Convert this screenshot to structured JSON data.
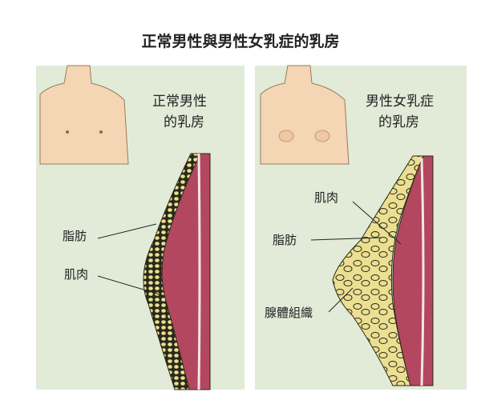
{
  "title": "正常男性與男性女乳症的乳房",
  "left_panel": {
    "caption_line1": "正常男性",
    "caption_line2": "的乳房",
    "labels": {
      "fat": "脂肪",
      "muscle": "肌肉"
    }
  },
  "right_panel": {
    "caption_line1": "男性女乳症",
    "caption_line2": "的乳房",
    "labels": {
      "muscle": "肌肉",
      "fat": "脂肪",
      "gland": "腺體組織"
    }
  },
  "colors": {
    "panel_bg": "#e2ebd8",
    "skin": "#f4d6b4",
    "muscle": "#b3475f",
    "fat": "#ecdf92",
    "outline": "#2a2a1a"
  }
}
